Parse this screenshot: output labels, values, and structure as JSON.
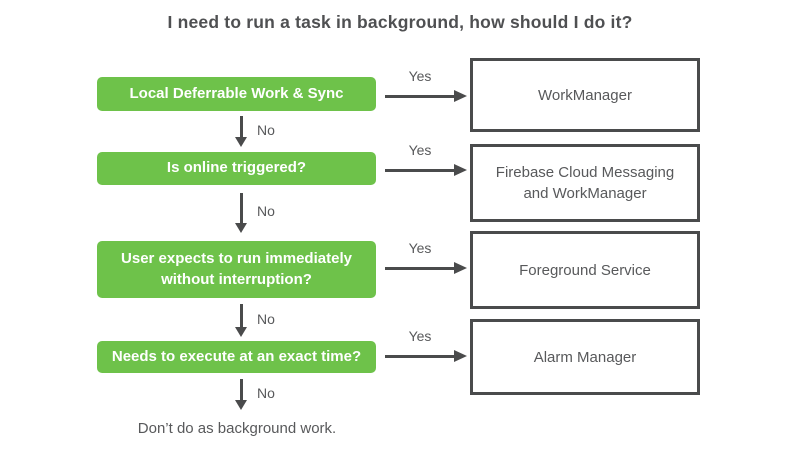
{
  "title": "I need to run a task in background, how should I do it?",
  "colors": {
    "green": "#6EC24A",
    "dark": "#4A4B4C",
    "gray-text": "#58595B",
    "title-color": "#4F5052",
    "white": "#FFFFFF"
  },
  "flow": {
    "rows": [
      {
        "question": "Local Deferrable Work & Sync",
        "yes_label": "Yes",
        "no_label": "No",
        "result": "WorkManager"
      },
      {
        "question": "Is online triggered?",
        "yes_label": "Yes",
        "no_label": "No",
        "result": "Firebase Cloud Messaging and WorkManager"
      },
      {
        "question": "User expects to run immediately without interruption?",
        "yes_label": "Yes",
        "no_label": "No",
        "result": "Foreground Service"
      },
      {
        "question": "Needs to execute at an exact time?",
        "yes_label": "Yes",
        "no_label": "No",
        "result": "Alarm Manager"
      }
    ],
    "final": "Don’t do as background work."
  }
}
